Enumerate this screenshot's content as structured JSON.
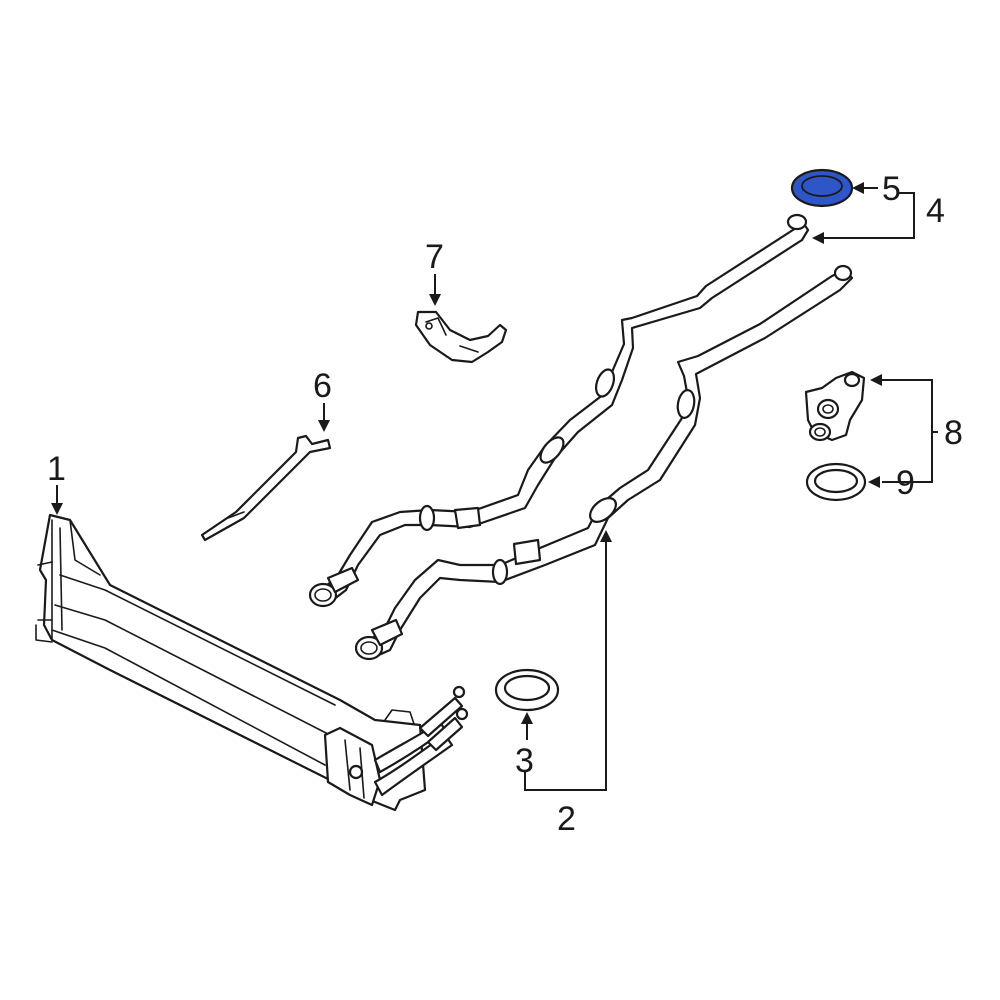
{
  "callouts": {
    "c1": "1",
    "c2": "2",
    "c3": "3",
    "c4": "4",
    "c5": "5",
    "c6": "6",
    "c7": "7",
    "c8": "8",
    "c9": "9"
  },
  "colors": {
    "line": "#1a1a1a",
    "highlight_fill": "#2f56c8",
    "background": "#ffffff"
  },
  "highlighted_part": "5"
}
